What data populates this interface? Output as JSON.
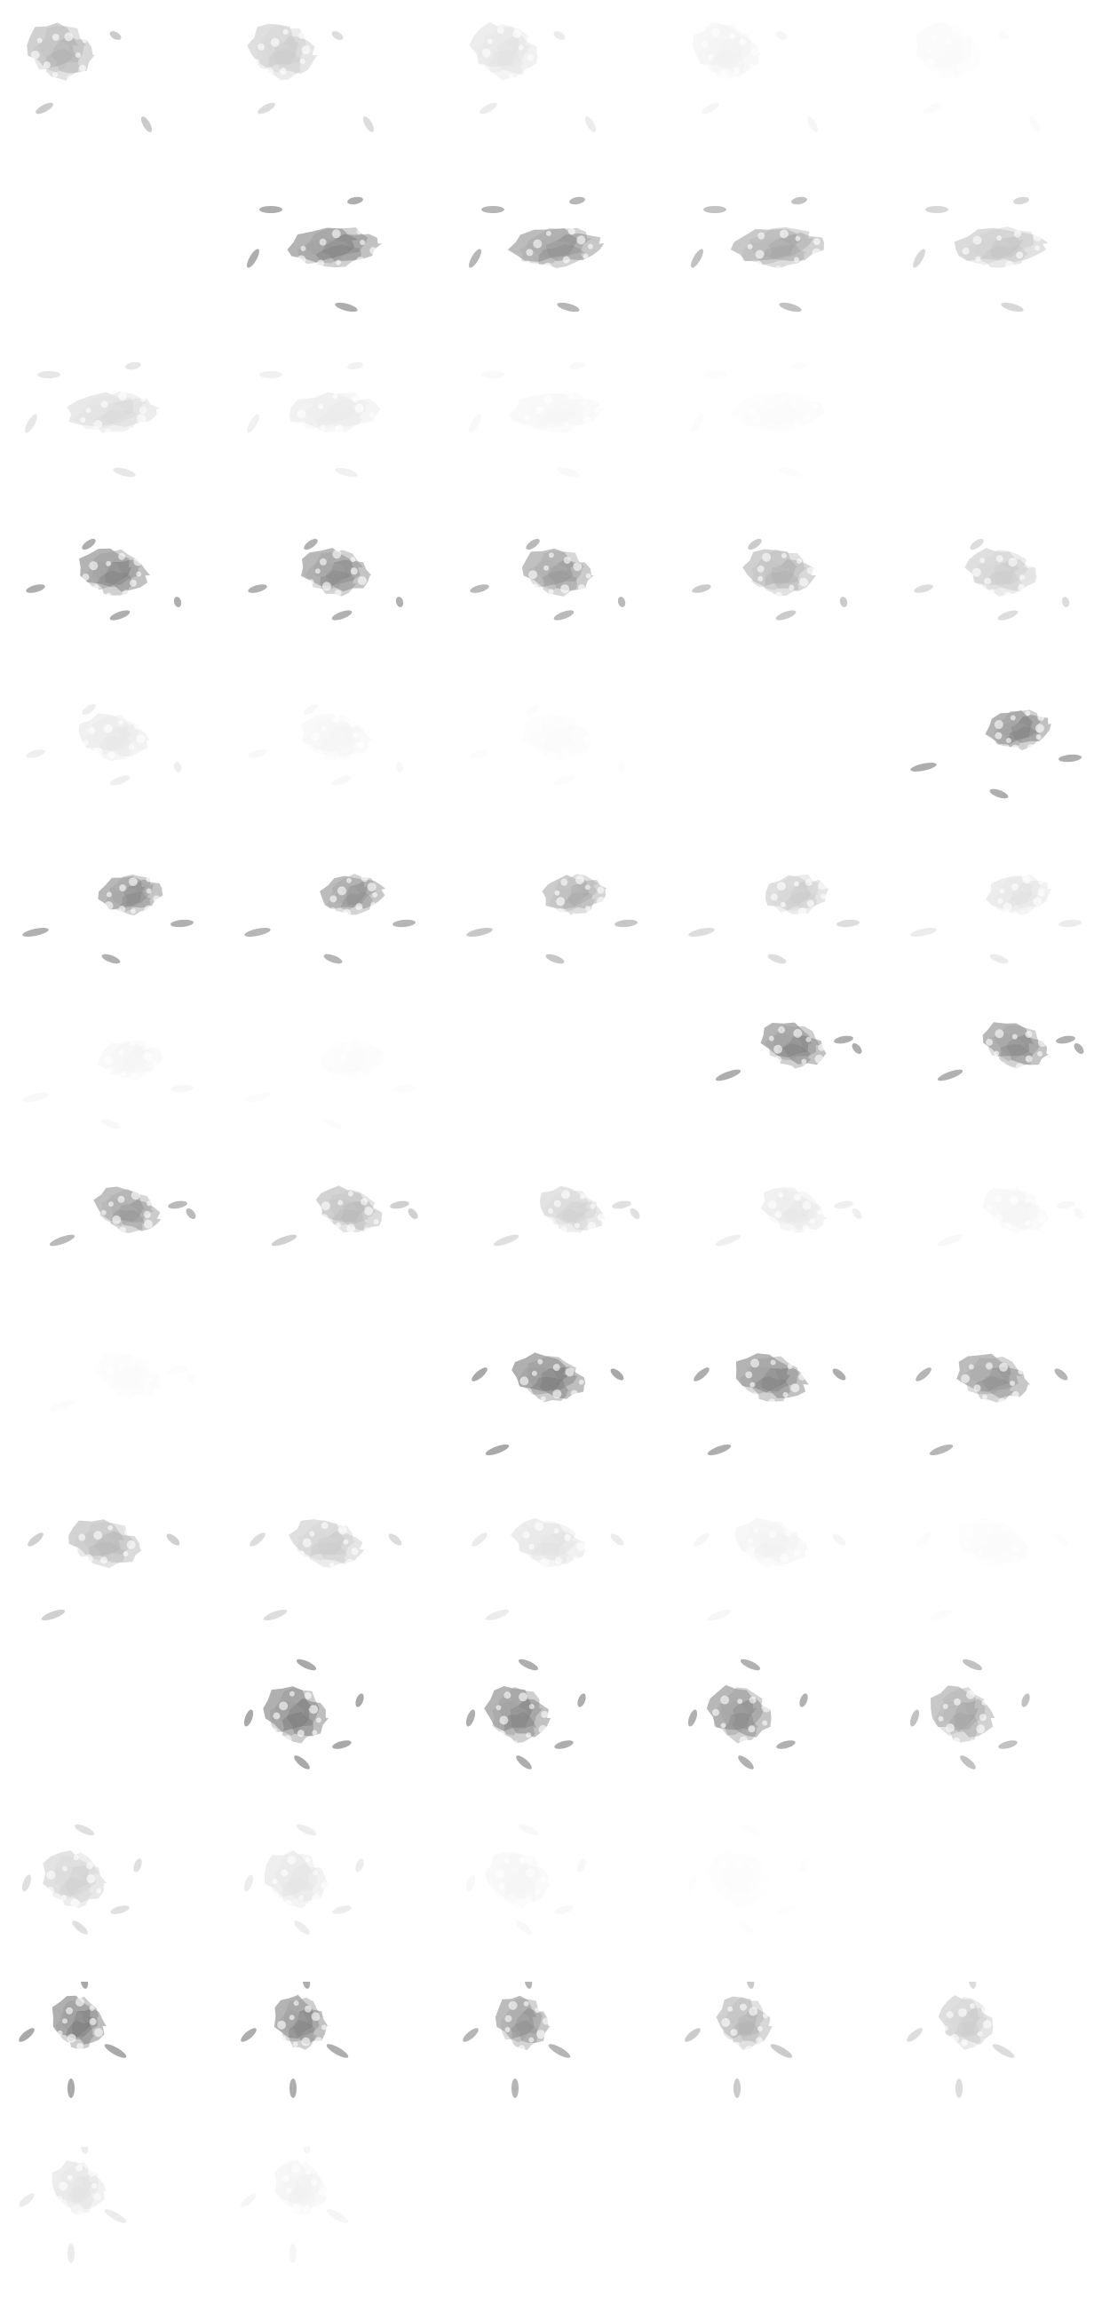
{
  "sprite_sheet": {
    "columns": 5,
    "rows": 14,
    "subject": "grey-debris-burst",
    "background_color": "#ffffff",
    "ink_color": "#6f6f6f",
    "frames": [
      {
        "group": 1,
        "pose": 0,
        "opacity": 0.6,
        "empty": false
      },
      {
        "group": 1,
        "pose": 0,
        "opacity": 0.4,
        "empty": false
      },
      {
        "group": 1,
        "pose": 0,
        "opacity": 0.22,
        "empty": false
      },
      {
        "group": 1,
        "pose": 0,
        "opacity": 0.1,
        "empty": false
      },
      {
        "group": 1,
        "pose": 0,
        "opacity": 0.04,
        "empty": false
      },
      {
        "group": 2,
        "pose": 1,
        "opacity": 0,
        "empty": true
      },
      {
        "group": 2,
        "pose": 1,
        "opacity": 0.95,
        "empty": false
      },
      {
        "group": 2,
        "pose": 1,
        "opacity": 0.85,
        "empty": false
      },
      {
        "group": 2,
        "pose": 1,
        "opacity": 0.7,
        "empty": false
      },
      {
        "group": 2,
        "pose": 1,
        "opacity": 0.45,
        "empty": false
      },
      {
        "group": 2,
        "pose": 1,
        "opacity": 0.28,
        "empty": false
      },
      {
        "group": 2,
        "pose": 1,
        "opacity": 0.16,
        "empty": false
      },
      {
        "group": 2,
        "pose": 1,
        "opacity": 0.07,
        "empty": false
      },
      {
        "group": 2,
        "pose": 1,
        "opacity": 0.03,
        "empty": false
      },
      {
        "group": 2,
        "pose": 1,
        "opacity": 0,
        "empty": true
      },
      {
        "group": 3,
        "pose": 2,
        "opacity": 0.95,
        "empty": false
      },
      {
        "group": 3,
        "pose": 2,
        "opacity": 0.9,
        "empty": false
      },
      {
        "group": 3,
        "pose": 2,
        "opacity": 0.8,
        "empty": false
      },
      {
        "group": 3,
        "pose": 2,
        "opacity": 0.6,
        "empty": false
      },
      {
        "group": 3,
        "pose": 2,
        "opacity": 0.4,
        "empty": false
      },
      {
        "group": 3,
        "pose": 2,
        "opacity": 0.18,
        "empty": false
      },
      {
        "group": 3,
        "pose": 2,
        "opacity": 0.08,
        "empty": false
      },
      {
        "group": 3,
        "pose": 2,
        "opacity": 0.03,
        "empty": false
      },
      {
        "group": 3,
        "pose": 2,
        "opacity": 0,
        "empty": true
      },
      {
        "group": 4,
        "pose": 3,
        "opacity": 0.95,
        "empty": false
      },
      {
        "group": 4,
        "pose": 3,
        "opacity": 0.9,
        "empty": false
      },
      {
        "group": 4,
        "pose": 3,
        "opacity": 0.85,
        "empty": false
      },
      {
        "group": 4,
        "pose": 3,
        "opacity": 0.65,
        "empty": false
      },
      {
        "group": 4,
        "pose": 3,
        "opacity": 0.4,
        "empty": false
      },
      {
        "group": 4,
        "pose": 3,
        "opacity": 0.22,
        "empty": false
      },
      {
        "group": 4,
        "pose": 3,
        "opacity": 0.08,
        "empty": false
      },
      {
        "group": 4,
        "pose": 3,
        "opacity": 0.03,
        "empty": false
      },
      {
        "group": 4,
        "pose": 3,
        "opacity": 0,
        "empty": true
      },
      {
        "group": 5,
        "pose": 4,
        "opacity": 0.95,
        "empty": false
      },
      {
        "group": 5,
        "pose": 4,
        "opacity": 0.9,
        "empty": false
      },
      {
        "group": 5,
        "pose": 4,
        "opacity": 0.8,
        "empty": false
      },
      {
        "group": 5,
        "pose": 4,
        "opacity": 0.55,
        "empty": false
      },
      {
        "group": 5,
        "pose": 4,
        "opacity": 0.35,
        "empty": false
      },
      {
        "group": 5,
        "pose": 4,
        "opacity": 0.18,
        "empty": false
      },
      {
        "group": 5,
        "pose": 4,
        "opacity": 0.08,
        "empty": false
      },
      {
        "group": 5,
        "pose": 4,
        "opacity": 0.03,
        "empty": false
      },
      {
        "group": 5,
        "pose": 4,
        "opacity": 0,
        "empty": true
      },
      {
        "group": 6,
        "pose": 5,
        "opacity": 1.0,
        "empty": false
      },
      {
        "group": 6,
        "pose": 5,
        "opacity": 0.95,
        "empty": false
      },
      {
        "group": 6,
        "pose": 5,
        "opacity": 0.85,
        "empty": false
      },
      {
        "group": 6,
        "pose": 5,
        "opacity": 0.55,
        "empty": false
      },
      {
        "group": 6,
        "pose": 5,
        "opacity": 0.4,
        "empty": false
      },
      {
        "group": 6,
        "pose": 5,
        "opacity": 0.22,
        "empty": false
      },
      {
        "group": 6,
        "pose": 5,
        "opacity": 0.1,
        "empty": false
      },
      {
        "group": 6,
        "pose": 5,
        "opacity": 0.03,
        "empty": false
      },
      {
        "group": 7,
        "pose": 6,
        "opacity": 0,
        "empty": true
      },
      {
        "group": 7,
        "pose": 6,
        "opacity": 1.0,
        "empty": false
      },
      {
        "group": 7,
        "pose": 6,
        "opacity": 0.95,
        "empty": false
      },
      {
        "group": 7,
        "pose": 6,
        "opacity": 0.9,
        "empty": false
      },
      {
        "group": 7,
        "pose": 6,
        "opacity": 0.7,
        "empty": false
      },
      {
        "group": 7,
        "pose": 6,
        "opacity": 0.35,
        "empty": false
      },
      {
        "group": 7,
        "pose": 6,
        "opacity": 0.2,
        "empty": false
      },
      {
        "group": 7,
        "pose": 6,
        "opacity": 0.08,
        "empty": false
      },
      {
        "group": 7,
        "pose": 6,
        "opacity": 0.02,
        "empty": false
      },
      {
        "group": 7,
        "pose": 6,
        "opacity": 0,
        "empty": true
      },
      {
        "group": 8,
        "pose": 7,
        "opacity": 1.0,
        "empty": false
      },
      {
        "group": 8,
        "pose": 7,
        "opacity": 0.95,
        "empty": false
      },
      {
        "group": 8,
        "pose": 7,
        "opacity": 0.85,
        "empty": false
      },
      {
        "group": 8,
        "pose": 7,
        "opacity": 0.6,
        "empty": false
      },
      {
        "group": 8,
        "pose": 7,
        "opacity": 0.4,
        "empty": false
      },
      {
        "group": 8,
        "pose": 7,
        "opacity": 0.22,
        "empty": false
      },
      {
        "group": 8,
        "pose": 7,
        "opacity": 0.1,
        "empty": false
      },
      {
        "group": 8,
        "pose": 7,
        "opacity": 0,
        "empty": true
      },
      {
        "group": 8,
        "pose": 7,
        "opacity": 0,
        "empty": true
      },
      {
        "group": 8,
        "pose": 7,
        "opacity": 0,
        "empty": true
      }
    ]
  }
}
